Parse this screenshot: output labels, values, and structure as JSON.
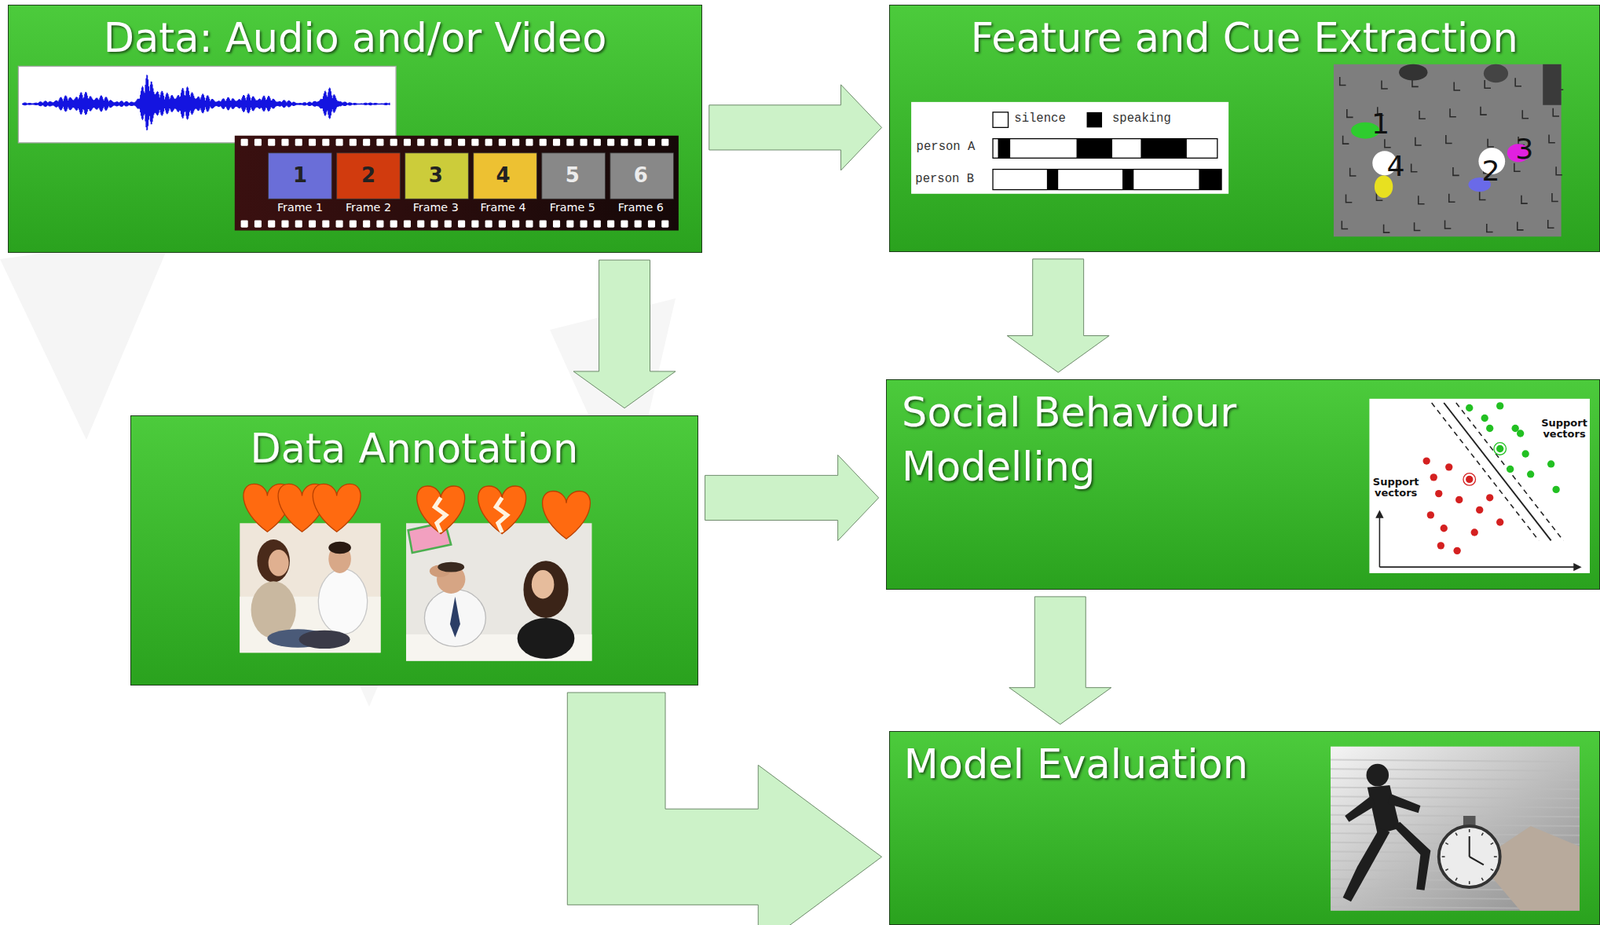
{
  "diagram": {
    "nodes": [
      {
        "text": [
          "Data: Audio and/or Video"
        ]
      },
      {
        "text": [
          "Feature and Cue Extraction"
        ]
      },
      {
        "text": [
          "Data Annotation"
        ]
      },
      {
        "text": [
          "Social Behaviour Modelling"
        ]
      },
      {
        "text": [
          "Model Evaluation"
        ]
      }
    ],
    "edges": [
      {
        "from": 0,
        "to": 1,
        "arrow": "to"
      },
      {
        "from": 0,
        "to": 2,
        "arrow": "to"
      },
      {
        "from": 1,
        "to": 3,
        "arrow": "to"
      },
      {
        "from": 2,
        "to": 3,
        "arrow": "to"
      },
      {
        "from": 3,
        "to": 4,
        "arrow": "to"
      },
      {
        "from": 2,
        "to": 4,
        "arrow": "to"
      }
    ],
    "labels": [
      "1",
      "2",
      "3",
      "4",
      "5",
      "6",
      "Frame 1",
      "Frame 2",
      "Frame 3",
      "Frame 4",
      "Frame 5",
      "Frame 6",
      "silence",
      "speaking",
      "person A",
      "person B",
      "1",
      "3",
      "4",
      "2",
      "Support vectors",
      "Support vectors"
    ]
  }
}
